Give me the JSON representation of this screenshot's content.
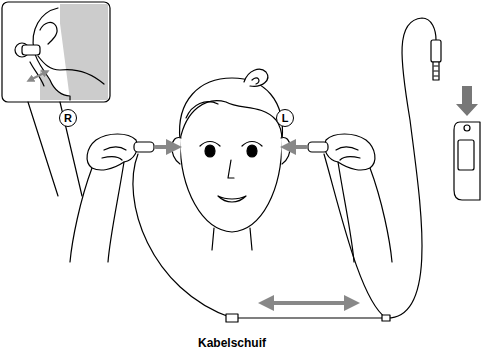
{
  "diagram": {
    "nodes": [
      {
        "text": [
          "R"
        ]
      },
      {
        "text": [
          "L"
        ]
      }
    ],
    "labels": [
      "Kabelschuif"
    ]
  }
}
